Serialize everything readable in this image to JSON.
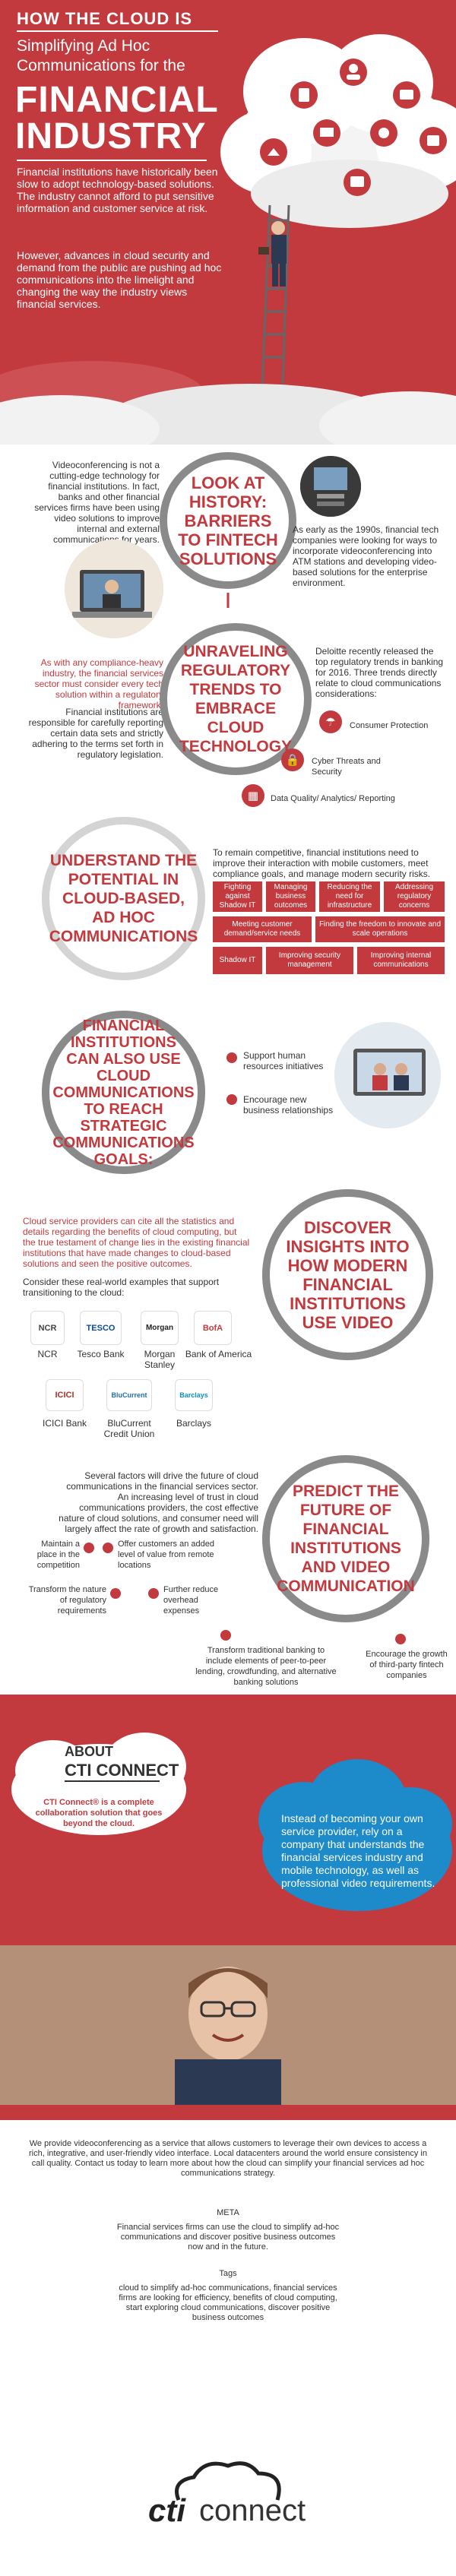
{
  "header": {
    "top": "HOW THE CLOUD IS",
    "subtitle": "Simplifying Ad Hoc Communications for the",
    "big": "FINANCIAL INDUSTRY",
    "p1": "Financial institutions have historically been slow to adopt technology-based solutions. The industry cannot afford to put sensitive information and customer service at risk.",
    "p2": "However, advances in cloud security and demand from the public are pushing ad hoc communications into the limelight and changing the way the industry views financial services."
  },
  "history": {
    "left_text": "Videoconferencing is not a cutting-edge technology for financial institutions. In fact, banks and other financial services firms have been using video solutions to improve internal and external communications for years.",
    "title": "LOOK AT HISTORY: BARRIERS TO FINTECH SOLUTIONS",
    "right_text": "As early as the 1990s, financial tech companies were looking for ways to incorporate videoconferencing into ATM stations and developing video-based solutions for the enterprise environment."
  },
  "regulatory": {
    "left_red": "As with any compliance-heavy industry, the financial services sector must consider every tech solution within a regulatory framework.",
    "left_text": "Financial institutions are responsible for carefully reporting certain data sets and strictly adhering to the terms set forth in regulatory legislation.",
    "title": "UNRAVELING REGULATORY TRENDS TO EMBRACE CLOUD TECHNOLOGY",
    "right_text": "Deloitte recently released the top regulatory trends in banking for 2016. Three trends directly relate to cloud communications considerations:",
    "items": [
      "Consumer Protection",
      "Cyber Threats and Security",
      "Data Quality/ Analytics/ Reporting"
    ]
  },
  "potential": {
    "title": "UNDERSTAND THE POTENTIAL IN CLOUD-BASED, AD HOC COMMUNICATIONS",
    "intro": "To remain competitive, financial institutions need to improve their interaction with mobile customers, meet compliance goals, and manage modern security risks.",
    "tags": [
      "Fighting against Shadow IT",
      "Managing business outcomes",
      "Reducing the need for infrastructure",
      "Addressing regulatory concerns",
      "Meeting customer demand/service needs",
      "Finding the freedom to innovate and scale operations",
      "Shadow IT",
      "Improving security management",
      "Improving internal communications"
    ]
  },
  "strategic": {
    "title": "FINANCIAL INSTITUTIONS CAN ALSO USE CLOUD COMMUNICATIONS TO REACH STRATEGIC COMMUNICATIONS GOALS:",
    "item1": "Support human resources initiatives",
    "item2": "Encourage new business relationships"
  },
  "insights": {
    "red_text": "Cloud service providers can cite all the statistics and details regarding the benefits of cloud computing, but the true testament of change lies in the existing financial institutions that have made changes to cloud-based solutions and seen the positive outcomes.",
    "consider": "Consider these real-world examples that support transitioning to the cloud:",
    "title": "DISCOVER INSIGHTS INTO HOW MODERN FINANCIAL INSTITUTIONS USE VIDEO",
    "logos": [
      {
        "mark": "NCR",
        "label": "NCR"
      },
      {
        "mark": "TESCO",
        "label": "Tesco Bank"
      },
      {
        "mark": "Morgan",
        "label": "Morgan Stanley"
      },
      {
        "mark": "BofA",
        "label": "Bank of America"
      },
      {
        "mark": "ICICI",
        "label": "ICICI Bank"
      },
      {
        "mark": "BluCurrent",
        "label": "BluCurrent Credit Union"
      },
      {
        "mark": "Barclays",
        "label": "Barclays"
      }
    ]
  },
  "predict": {
    "intro": "Several factors will drive the future of cloud communications in the financial services sector. An increasing level of trust in cloud communications providers, the cost effective nature of cloud solutions, and consumer need will largely affect the rate of growth and satisfaction.",
    "title": "PREDICT THE FUTURE OF FINANCIAL INSTITUTIONS AND VIDEO COMMUNICATION",
    "f1": "Maintain a place in the competition",
    "f2": "Offer customers an added level of value from remote locations",
    "f3": "Transform the nature of regulatory requirements",
    "f4": "Further reduce overhead expenses",
    "f5": "Transform traditional banking to include elements of peer-to-peer lending, crowdfunding, and alternative banking solutions",
    "f6": "Encourage the growth of third-party fintech companies"
  },
  "about": {
    "title1": "ABOUT",
    "title2": "CTI CONNECT",
    "cloud_text": "CTI Connect® is a complete collaboration solution that goes beyond the cloud.",
    "right_text": "Instead of becoming your own service provider, rely on a company that understands the financial services industry and mobile technology, as well as professional video requirements."
  },
  "footer": {
    "desc": "We provide videoconferencing as a service that allows customers to leverage their own devices to access a rich, integrative, and user-friendly video interface. Local datacenters around the world ensure consistency in call quality. Contact us today to learn more about how the cloud can simplify your financial services ad hoc communications strategy.",
    "meta_label": "META",
    "meta": "Financial services firms can use the cloud to simplify ad-hoc communications and discover positive business outcomes now and in the future.",
    "tags_label": "Tags",
    "tags": "cloud to simplify ad-hoc communications, financial services firms are looking for efficiency, benefits of cloud computing, start exploring cloud communications, discover positive business outcomes",
    "logo_cti": "cti",
    "logo_connect": "connect"
  },
  "colors": {
    "brand_red": "#c23a3e",
    "ring_gray": "#8a8a8a",
    "dark": "#333333"
  }
}
